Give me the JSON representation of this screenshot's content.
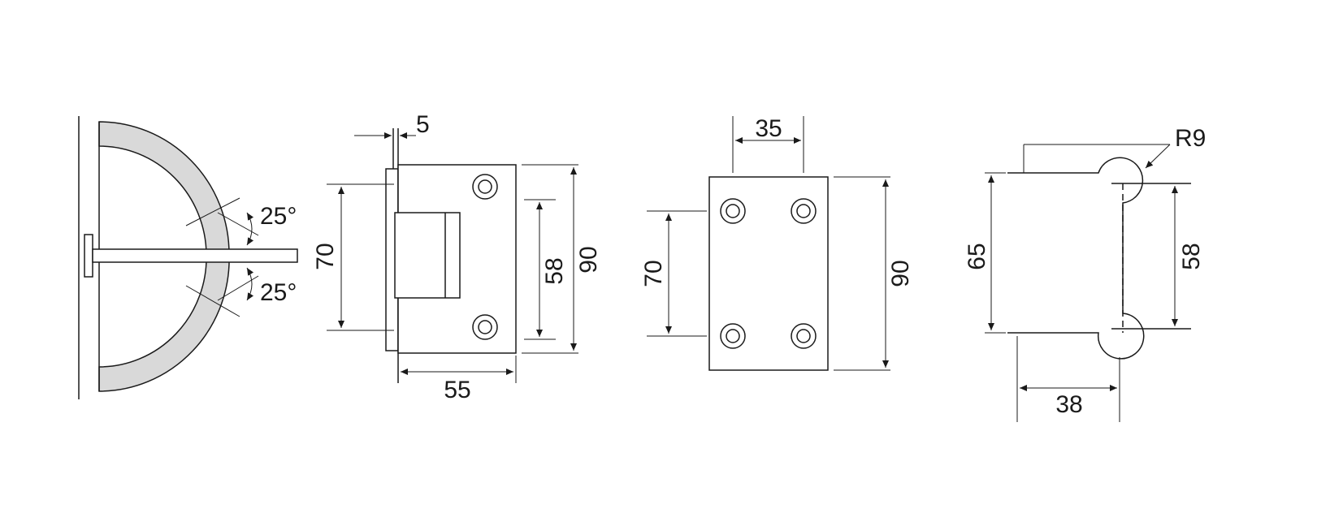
{
  "colors": {
    "line": "#1a1a1a",
    "arc_fill": "#d9d9d9",
    "background": "#ffffff"
  },
  "side_view": {
    "angle_top": "25°",
    "angle_bottom": "25°"
  },
  "front_view": {
    "thickness": "5",
    "hole_spacing": "70",
    "inner_height": "58",
    "height": "90",
    "depth": "55"
  },
  "plate_view": {
    "hole_pitch": "35",
    "hole_spacing": "70",
    "height": "90"
  },
  "profile_view": {
    "radius": "R9",
    "height": "65",
    "inner_height": "58",
    "width": "38"
  }
}
